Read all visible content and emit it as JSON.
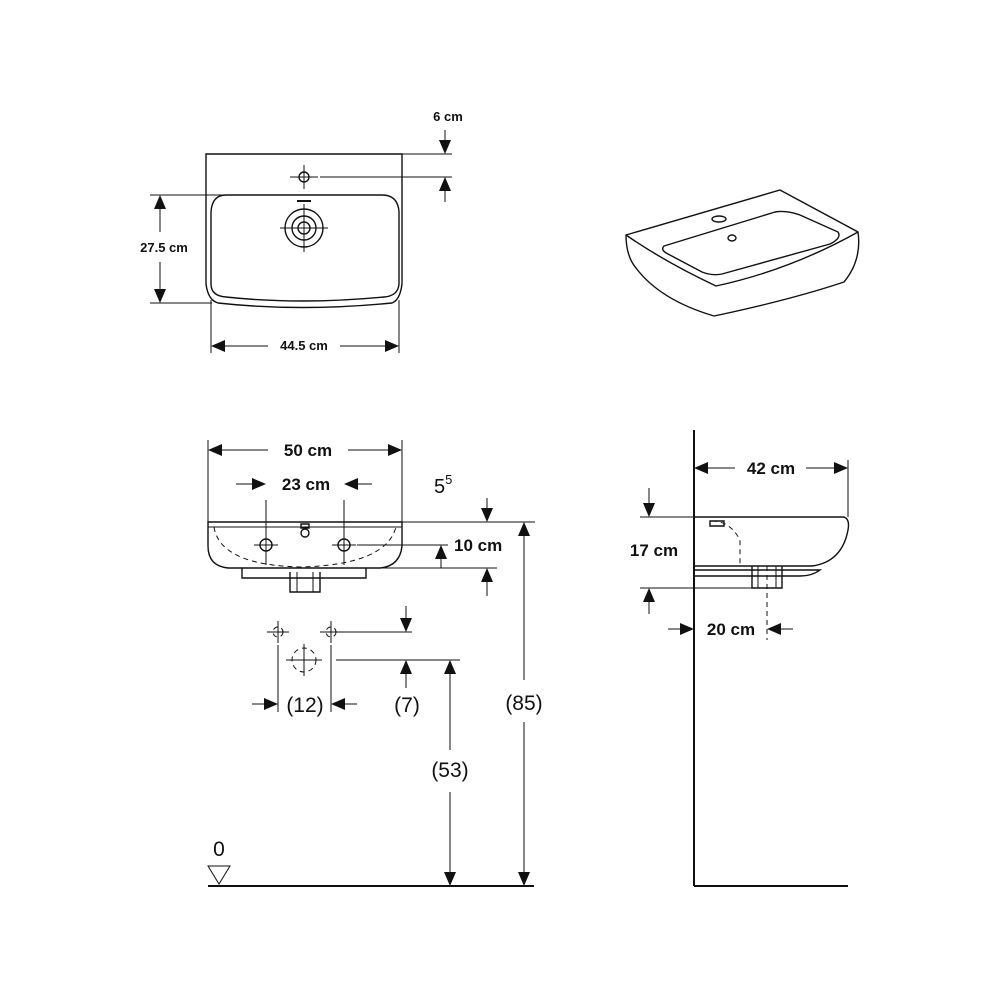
{
  "top_view": {
    "width_inner": "44.5 cm",
    "depth": "27.5 cm",
    "tap_offset": "6 cm"
  },
  "front_view": {
    "width": "50 cm",
    "hole_spacing": "23 cm",
    "rim_base": "5",
    "rim_exp": "5",
    "rim_to_hole": "10 cm",
    "supply_spacing": "(12)",
    "supply_offset": "(7)",
    "waste_height": "(53)",
    "rim_height": "(85)",
    "floor_mark": "0"
  },
  "side_view": {
    "projection": "42 cm",
    "depth": "17 cm",
    "waste_offset": "20 cm"
  }
}
